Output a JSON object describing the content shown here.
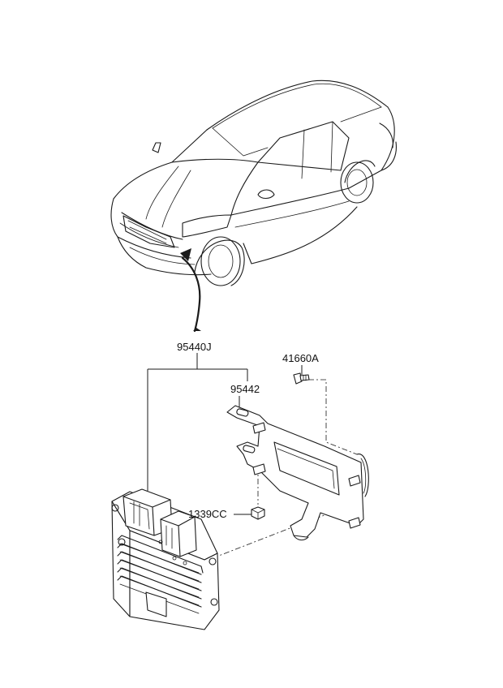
{
  "parts": {
    "ecu_assembly": "95440J",
    "bracket": "95442",
    "bolt": "41660A",
    "nut": "1339CC"
  }
}
